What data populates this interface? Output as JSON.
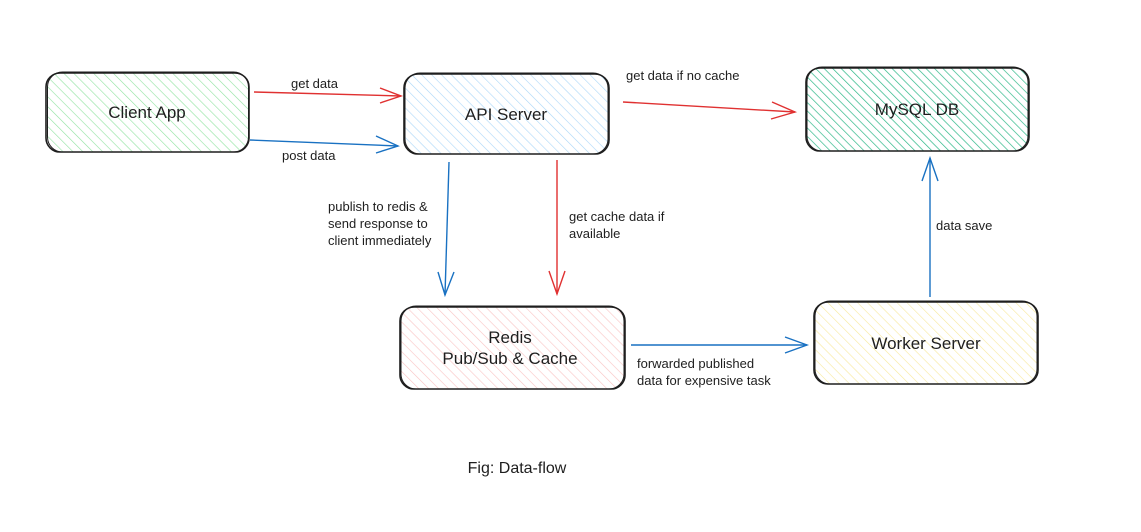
{
  "nodes": {
    "client": {
      "label": "Client App",
      "color": "#b2f2bb"
    },
    "api": {
      "label": "API Server",
      "color": "#a5d8ff"
    },
    "mysql": {
      "label": "MySQL DB",
      "color": "#0c9c6e"
    },
    "redis": {
      "line1": "Redis",
      "line2": "Pub/Sub & Cache",
      "color": "#ffc9c9"
    },
    "worker": {
      "label": "Worker Server",
      "color": "#ffec99"
    }
  },
  "edges": {
    "get_data": {
      "label": "get data",
      "color": "#e03131"
    },
    "post_data": {
      "label": "post data",
      "color": "#1971c2"
    },
    "get_if_no_cache": {
      "label": "get data if no cache",
      "color": "#e03131"
    },
    "publish": {
      "line1": "publish to redis &",
      "line2": "send response to",
      "line3": "client immediately",
      "color": "#1971c2"
    },
    "cache": {
      "line1": "get cache data if",
      "line2": "available",
      "color": "#e03131"
    },
    "forward": {
      "line1": "forwarded published",
      "line2": "data for expensive task",
      "color": "#1971c2"
    },
    "data_save": {
      "label": "data save",
      "color": "#1971c2"
    }
  },
  "caption": "Fig: Data-flow"
}
